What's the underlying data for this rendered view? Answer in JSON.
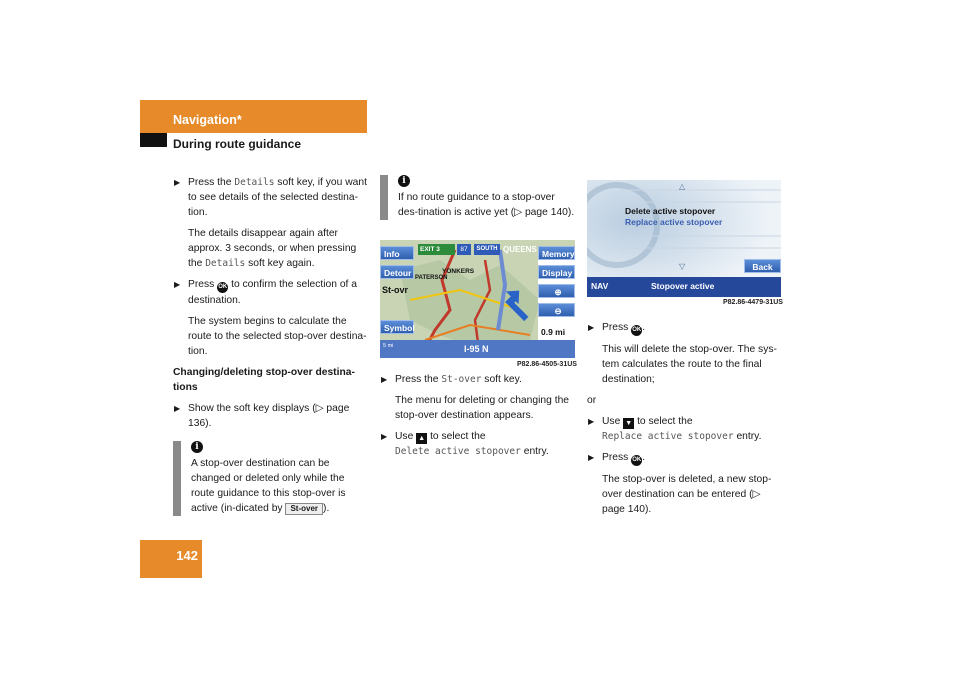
{
  "header": {
    "title": "Navigation*",
    "subtitle": "During route guidance"
  },
  "page_number": "142",
  "col1": {
    "step1": {
      "a": "Press the",
      "key": "Details",
      "b": "soft key, if you want to see details of the selected destina-tion."
    },
    "step1_note": {
      "a": "The details disappear again after approx. 3 seconds, or when pressing the",
      "key": "Details",
      "b": "soft key again."
    },
    "step2": {
      "a": "Press",
      "b": "to confirm the selection of a destination."
    },
    "step2_note": "The system begins to calculate the route to the selected stop-over destina-tion.",
    "heading": "Changing/deleting stop-over destina-tions",
    "step3": "Show the soft key displays (▷ page 136).",
    "info": {
      "a": "A stop-over destination can be changed or deleted only while the route guidance to this stop-over is active (in-dicated by",
      "badge": "St-over",
      "b": ")."
    }
  },
  "col2": {
    "info": "If no route guidance to a stop-over des-tination is active yet (▷ page 140).",
    "screen1": {
      "left_buttons": [
        "Info",
        "Detour",
        "Symbol"
      ],
      "right_buttons": [
        "Memory",
        "Display"
      ],
      "exit_label": "EXIT 3",
      "shield1": "87",
      "south_label": "SOUTH",
      "place_queens": "QUEENS",
      "place_yonkers": "YONKERS",
      "place_paterson": "PATERSON",
      "stover_label": "St-ovr",
      "distance": "0.9 mi",
      "road": "I-95 N",
      "scale": "5 mi"
    },
    "caption": "P82.86-4505-31US",
    "step1": {
      "a": "Press the",
      "key": "St-over",
      "b": "soft key."
    },
    "step1_note": "The menu for deleting or changing the stop-over destination appears.",
    "step2": {
      "a": "Use",
      "b": "to select the",
      "key": "Delete active stopover",
      "c": "entry."
    }
  },
  "col3": {
    "screen2": {
      "menu": [
        "Delete active stopover",
        "Replace active stopover"
      ],
      "back": "Back",
      "nav": "NAV",
      "status": "Stopover active"
    },
    "caption": "P82.86-4479-31US",
    "step1": {
      "a": "Press",
      "b": "."
    },
    "step1_note": "This will delete the stop-over. The sys-tem calculates the route to the final destination;",
    "or": "or",
    "step2": {
      "a": "Use",
      "b": "to select the",
      "key": "Replace active stopover",
      "c": "entry."
    },
    "step3": {
      "a": "Press",
      "b": "."
    },
    "step3_note": "The stop-over is deleted, a new stop-over destination can be entered (▷ page 140)."
  },
  "ok_label": "OK",
  "up_arrow": "▲",
  "down_arrow": "▼",
  "step_marker": "▶",
  "info_icon": "i"
}
